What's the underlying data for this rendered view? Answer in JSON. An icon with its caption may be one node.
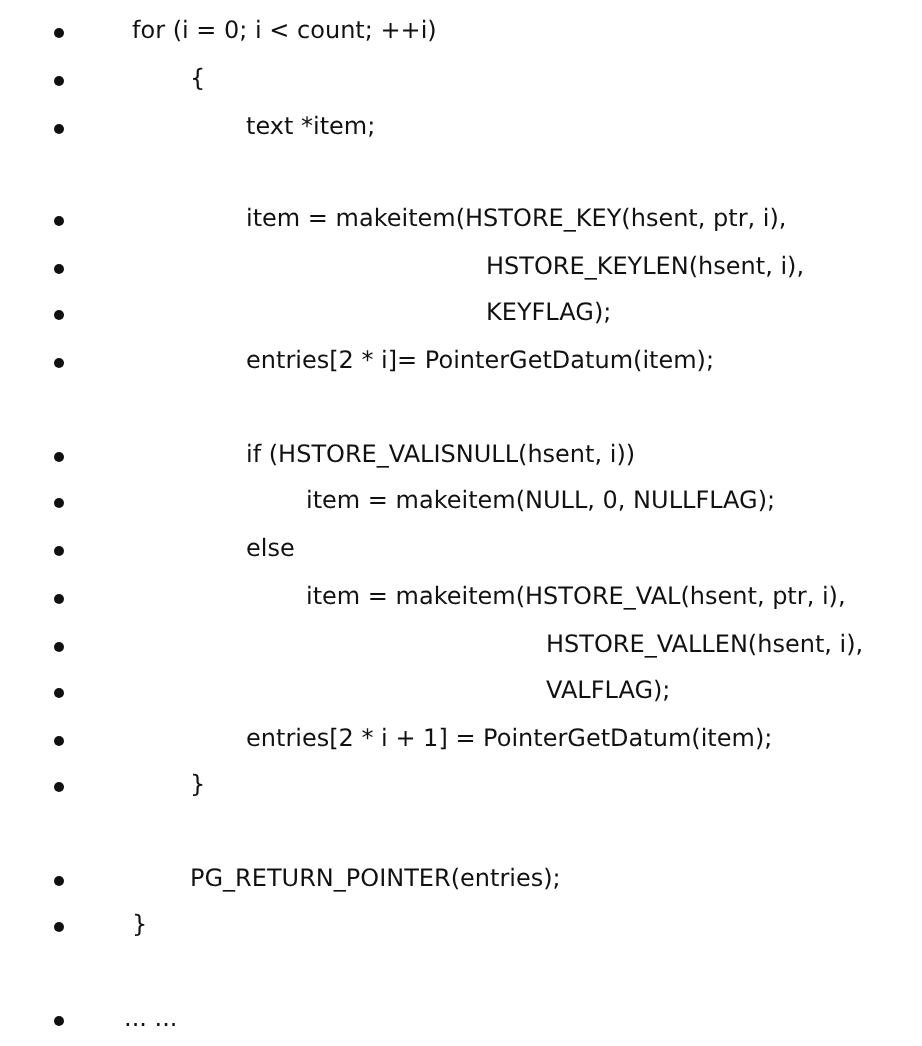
{
  "diagram": {
    "labels": [
      "for (i = 0; i < count; ++i)",
      "{",
      "text *item;",
      "item = makeitem(HSTORE_KEY(hsent, ptr, i),",
      "HSTORE_KEYLEN(hsent, i),",
      "KEYFLAG);",
      "entries[2 * i]= PointerGetDatum(item);",
      "if (HSTORE_VALISNULL(hsent, i))",
      "item = makeitem(NULL, 0, NULLFLAG);",
      "else",
      "item = makeitem(HSTORE_VAL(hsent, ptr, i),",
      "HSTORE_VALLEN(hsent, i),",
      "VALFLAG);",
      "entries[2 * i + 1] = PointerGetDatum(item);",
      "}",
      "PG_RETURN_POINTER(entries);",
      "}",
      "... ..."
    ]
  }
}
